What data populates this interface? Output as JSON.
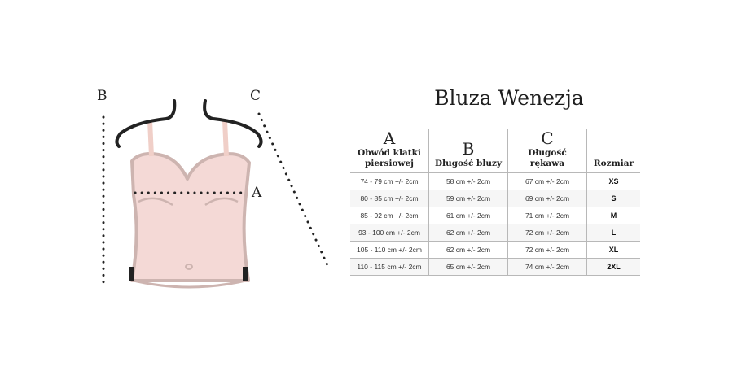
{
  "title": "Bluza Wenezja",
  "figure_labels": {
    "b": "B",
    "c": "C",
    "a": "A"
  },
  "columns": [
    {
      "letter": "A",
      "label": "Obwód klatki piersiowej"
    },
    {
      "letter": "B",
      "label": "Długość bluzy"
    },
    {
      "letter": "C",
      "label": "Długość rękawa"
    },
    {
      "letter": "",
      "label": "Rozmiar"
    }
  ],
  "rows": [
    {
      "a": "74 - 79 cm +/- 2cm",
      "b": "58 cm +/- 2cm",
      "c": "67 cm +/- 2cm",
      "size": "XS"
    },
    {
      "a": "80 - 85 cm +/- 2cm",
      "b": "59 cm +/- 2cm",
      "c": "69 cm +/- 2cm",
      "size": "S"
    },
    {
      "a": "85 - 92 cm +/- 2cm",
      "b": "61 cm +/- 2cm",
      "c": "71 cm +/- 2cm",
      "size": "M"
    },
    {
      "a": "93 - 100 cm +/- 2cm",
      "b": "62 cm +/- 2cm",
      "c": "72 cm +/- 2cm",
      "size": "L"
    },
    {
      "a": "105 - 110 cm +/- 2cm",
      "b": "62 cm +/- 2cm",
      "c": "72 cm +/- 2cm",
      "size": "XL"
    },
    {
      "a": "110 - 115 cm +/- 2cm",
      "b": "65 cm +/- 2cm",
      "c": "74 cm +/- 2cm",
      "size": "2XL"
    }
  ],
  "colors": {
    "garment_fill": "#f4d9d6",
    "garment_outline": "#cdb4b0",
    "strap": "#f0cfc8",
    "line": "#222222"
  },
  "icons": {
    "figure": "camisole-measurement-illustration"
  }
}
